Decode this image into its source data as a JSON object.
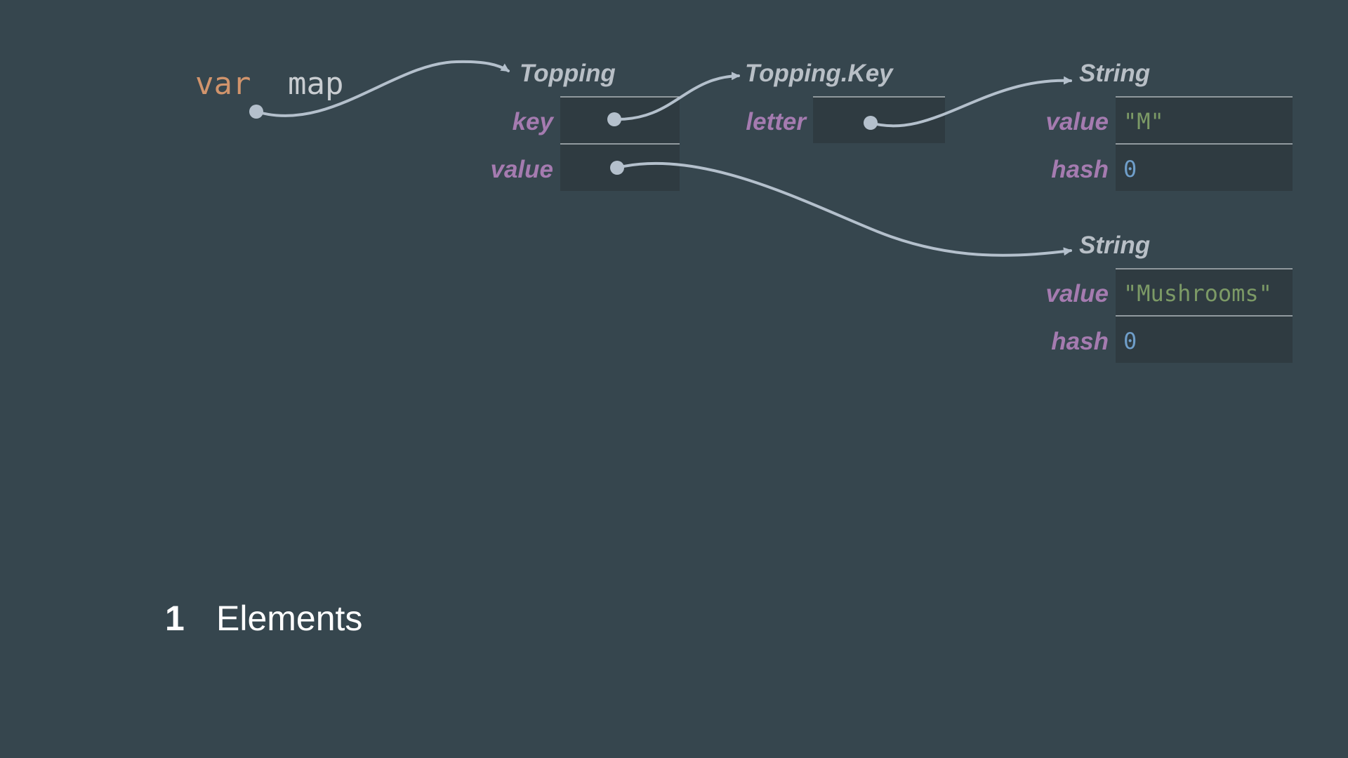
{
  "variable": {
    "keyword": "var",
    "name": "map"
  },
  "objects": {
    "topping": {
      "type_name": "Topping",
      "fields": [
        {
          "label": "key"
        },
        {
          "label": "value"
        }
      ]
    },
    "topping_key": {
      "type_name": "Topping.Key",
      "fields": [
        {
          "label": "letter"
        }
      ]
    },
    "string_m": {
      "type_name": "String",
      "fields": [
        {
          "label": "value",
          "value": "\"M\""
        },
        {
          "label": "hash",
          "value": "0"
        }
      ]
    },
    "string_mushrooms": {
      "type_name": "String",
      "fields": [
        {
          "label": "value",
          "value": "\"Mushrooms\""
        },
        {
          "label": "hash",
          "value": "0"
        }
      ]
    }
  },
  "footer": {
    "count": "1",
    "label": "Elements"
  },
  "colors": {
    "background": "#36464e",
    "cell": "#2f3b41",
    "rule": "#c8ccd0",
    "keyword": "#d1946c",
    "identifier": "#c9cdd1",
    "type_name": "#b8bfc6",
    "field_label": "#a57bb0",
    "string_value": "#7c9a66",
    "number_value": "#6f9ec9",
    "arrow": "#b4c0cc",
    "footer_text": "#ffffff"
  }
}
